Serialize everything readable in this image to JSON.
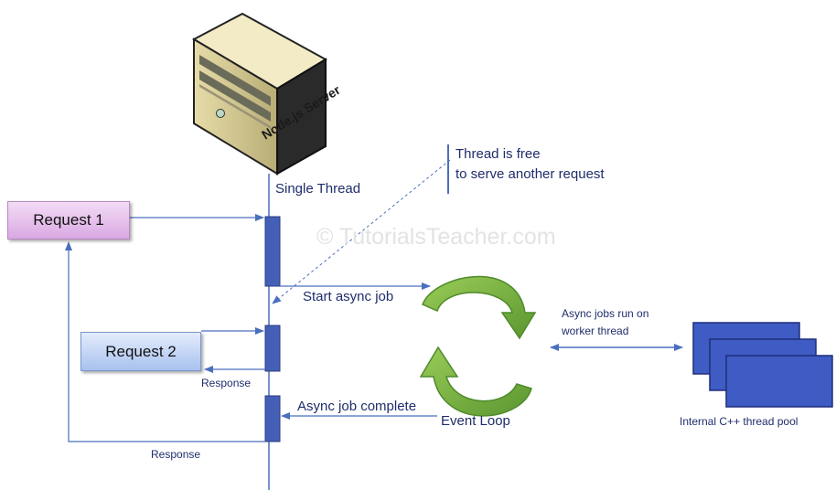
{
  "server": {
    "label": "Node.js Server"
  },
  "thread": {
    "label": "Single Thread"
  },
  "requests": [
    {
      "label": "Request 1"
    },
    {
      "label": "Request 2"
    }
  ],
  "annotations": {
    "thread_free_line1": "Thread is free",
    "thread_free_line2": "to serve another request",
    "start_async": "Start async job",
    "response_short": "Response",
    "async_complete": "Async job complete",
    "response_long": "Response"
  },
  "event_loop": {
    "label": "Event Loop"
  },
  "worker": {
    "line1": "Async jobs run on",
    "line2": "worker thread"
  },
  "thread_pool": {
    "label": "Internal C++ thread pool"
  },
  "watermark": "© TutorialsTeacher.com",
  "colors": {
    "arrow": "#4a6fbd",
    "thread_block": "#4460b6",
    "loop_green": "#6aa83a",
    "pool_fill": "#3f5bc4"
  }
}
